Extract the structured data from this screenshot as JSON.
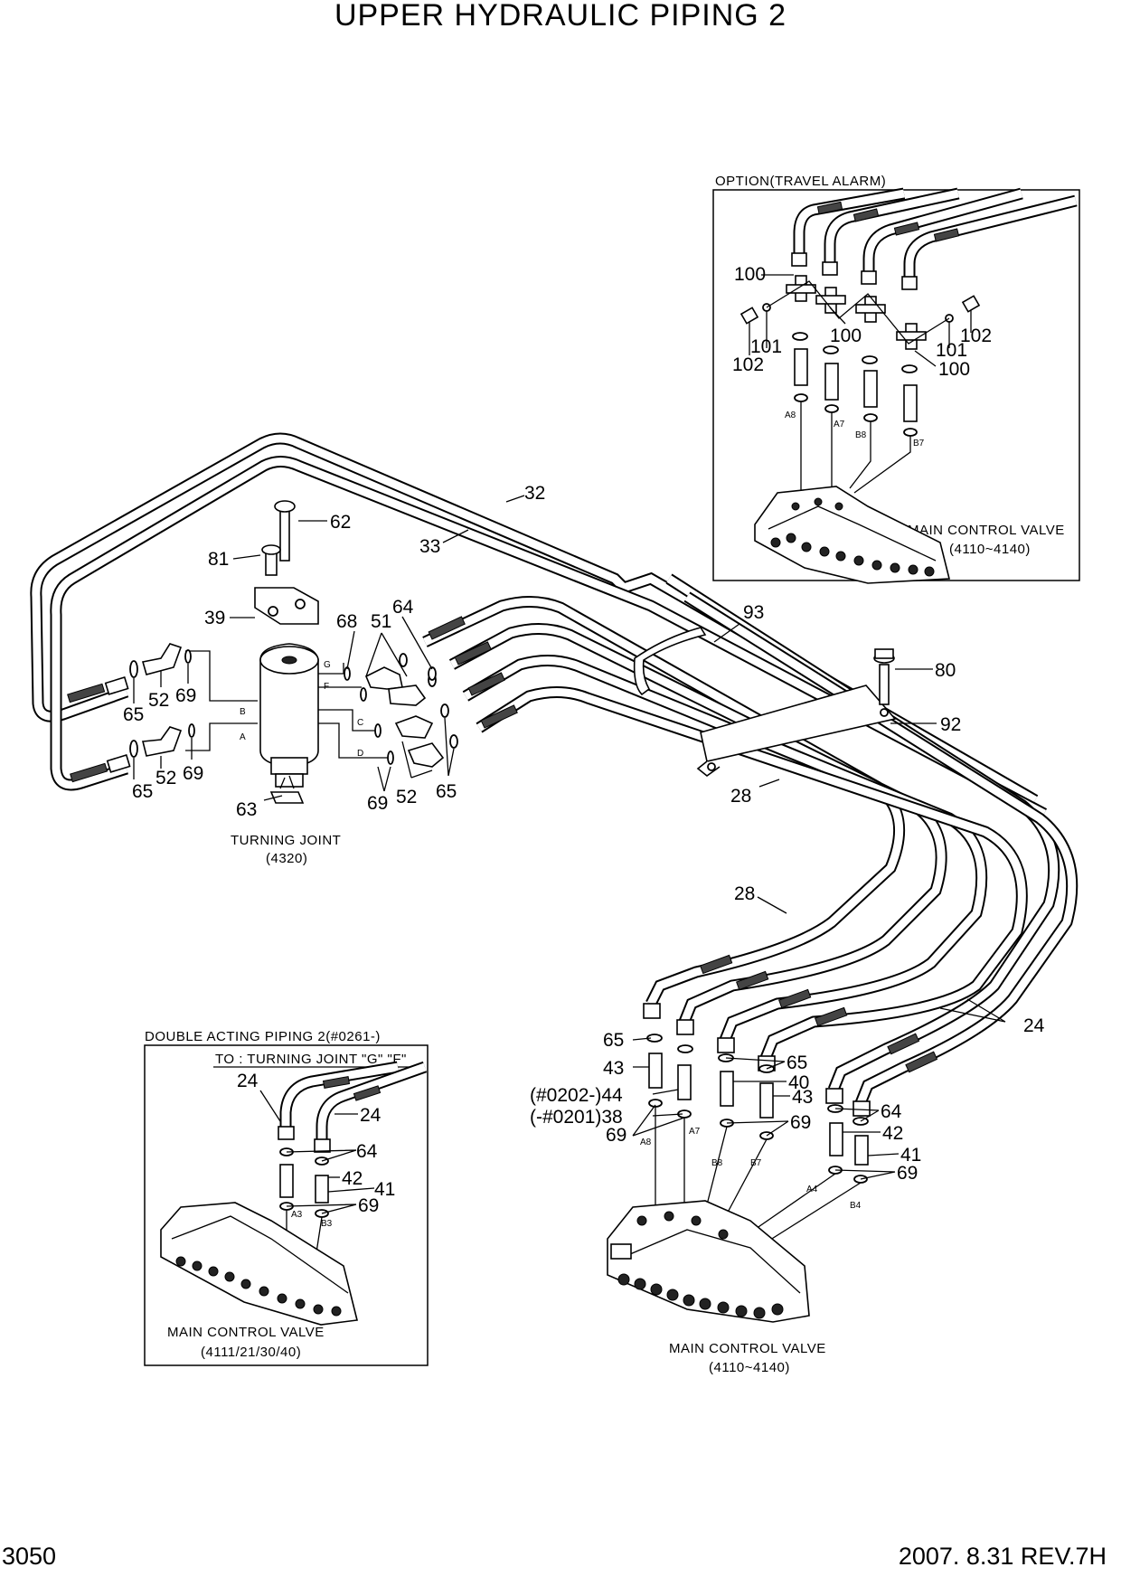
{
  "title": "UPPER HYDRAULIC PIPING 2",
  "page_number": "3050",
  "revision": "2007. 8.31  REV.7H",
  "captions": {
    "option": "OPTION(TRAVEL ALARM)",
    "mcv_option": "MAIN CONTROL VALVE",
    "mcv_option_code": "(4110~4140)",
    "turning_joint": "TURNING JOINT",
    "turning_joint_code": "(4320)",
    "double_acting": "DOUBLE ACTING PIPING 2(#0261-)",
    "to_turning_joint": "TO : TURNING JOINT  \"G\" \"F\"",
    "mcv_double": "MAIN CONTROL VALVE",
    "mcv_double_code": "(4111/21/30/40)",
    "mcv_main": "MAIN CONTROL VALVE",
    "mcv_main_code": "(4110~4140)"
  },
  "ports": {
    "A8": "A8",
    "A7": "A7",
    "B8": "B8",
    "B7": "B7",
    "G": "G",
    "F": "F",
    "B": "B",
    "A": "A",
    "C": "C",
    "D": "D",
    "A3": "A3",
    "B3": "B3",
    "A4": "A4",
    "B4": "B4"
  },
  "parts": {
    "p100a": "100",
    "p100b": "100",
    "p100c": "100",
    "p101a": "101",
    "p101b": "101",
    "p102a": "102",
    "p102b": "102",
    "p32": "32",
    "p33": "33",
    "p62": "62",
    "p81": "81",
    "p39": "39",
    "p68": "68",
    "p51": "51",
    "p64a": "64",
    "p93": "93",
    "p80": "80",
    "p92": "92",
    "p65a": "65",
    "p52a": "52",
    "p69a": "69",
    "p65b": "65",
    "p52b": "52",
    "p69b": "69",
    "p63": "63",
    "p69c": "69",
    "p52c": "52",
    "p65c": "65",
    "p28a": "28",
    "p28b": "28",
    "p24a": "24",
    "p65d": "65",
    "p43a": "43",
    "p44": "(#0202-)44",
    "p38": "(-#0201)38",
    "p69d": "69",
    "p65e": "65",
    "p40": "40",
    "p43b": "43",
    "p69e": "69",
    "p64b": "64",
    "p42a": "42",
    "p41a": "41",
    "p69f": "69",
    "p24b": "24",
    "p24c": "24",
    "p64c": "64",
    "p42b": "42",
    "p41b": "41",
    "p69g": "69"
  }
}
